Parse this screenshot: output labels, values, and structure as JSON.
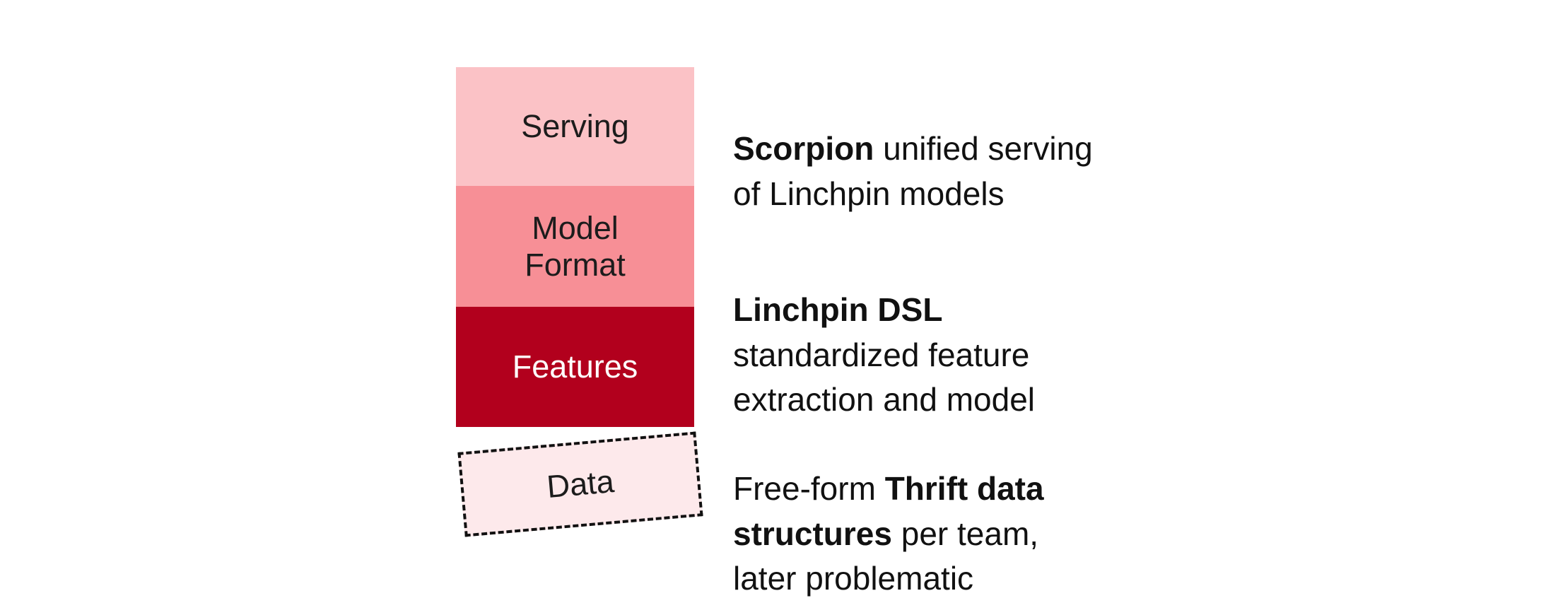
{
  "diagram": {
    "layers": [
      {
        "label": "Serving",
        "color": "#fbc2c6",
        "text_color": "#1c1c1c"
      },
      {
        "label": "Model\nFormat",
        "color": "#f78f96",
        "text_color": "#1c1c1c"
      },
      {
        "label": "Features",
        "color": "#b2001d",
        "text_color": "#ffffff"
      },
      {
        "label": "Data",
        "color": "#fde9eb",
        "text_color": "#1c1c1c",
        "border_style": "dashed"
      }
    ]
  },
  "annotations": [
    {
      "segments": [
        {
          "text": "Scorpion",
          "bold": true
        },
        {
          "text": " unified serving\nof Linchpin models",
          "bold": false
        }
      ]
    },
    {
      "segments": [
        {
          "text": "Linchpin DSL",
          "bold": true
        },
        {
          "text": "\nstandardized feature\nextraction and model",
          "bold": false
        }
      ]
    },
    {
      "segments": [
        {
          "text": "Free-form ",
          "bold": false
        },
        {
          "text": "Thrift data\nstructures",
          "bold": true
        },
        {
          "text": " per team,\nlater problematic",
          "bold": false
        }
      ]
    }
  ]
}
